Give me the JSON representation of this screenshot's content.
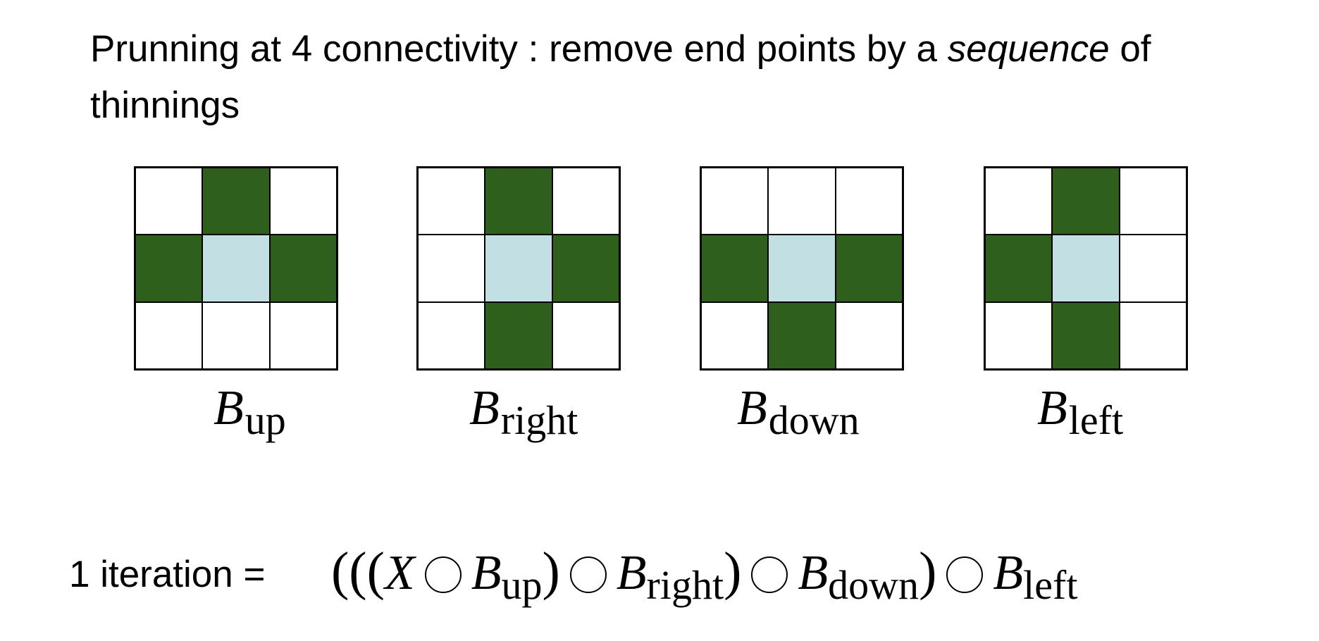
{
  "title": {
    "before": "Prunning at 4 connectivity : remove end points by a ",
    "emphasis": "sequence",
    "after": " of thinnings"
  },
  "elements": [
    {
      "label_main": "B",
      "label_sub": "up",
      "cells": [
        "off",
        "on",
        "off",
        "on",
        "center",
        "on",
        "off",
        "off",
        "off"
      ]
    },
    {
      "label_main": "B",
      "label_sub": "right",
      "cells": [
        "off",
        "on",
        "off",
        "off",
        "center",
        "on",
        "off",
        "on",
        "off"
      ]
    },
    {
      "label_main": "B",
      "label_sub": "down",
      "cells": [
        "off",
        "off",
        "off",
        "on",
        "center",
        "on",
        "off",
        "on",
        "off"
      ]
    },
    {
      "label_main": "B",
      "label_sub": "left",
      "cells": [
        "off",
        "on",
        "off",
        "on",
        "center",
        "off",
        "off",
        "on",
        "off"
      ]
    }
  ],
  "formula": {
    "lead": "1 iteration =",
    "open": "(((",
    "var": "X",
    "B": "B",
    "up": "up",
    "right": "right",
    "down": "down",
    "left": "left",
    "close": ")"
  },
  "colors": {
    "structuring_on": "#2e5f1c",
    "center": "#c2dfe3",
    "off": "#ffffff"
  }
}
